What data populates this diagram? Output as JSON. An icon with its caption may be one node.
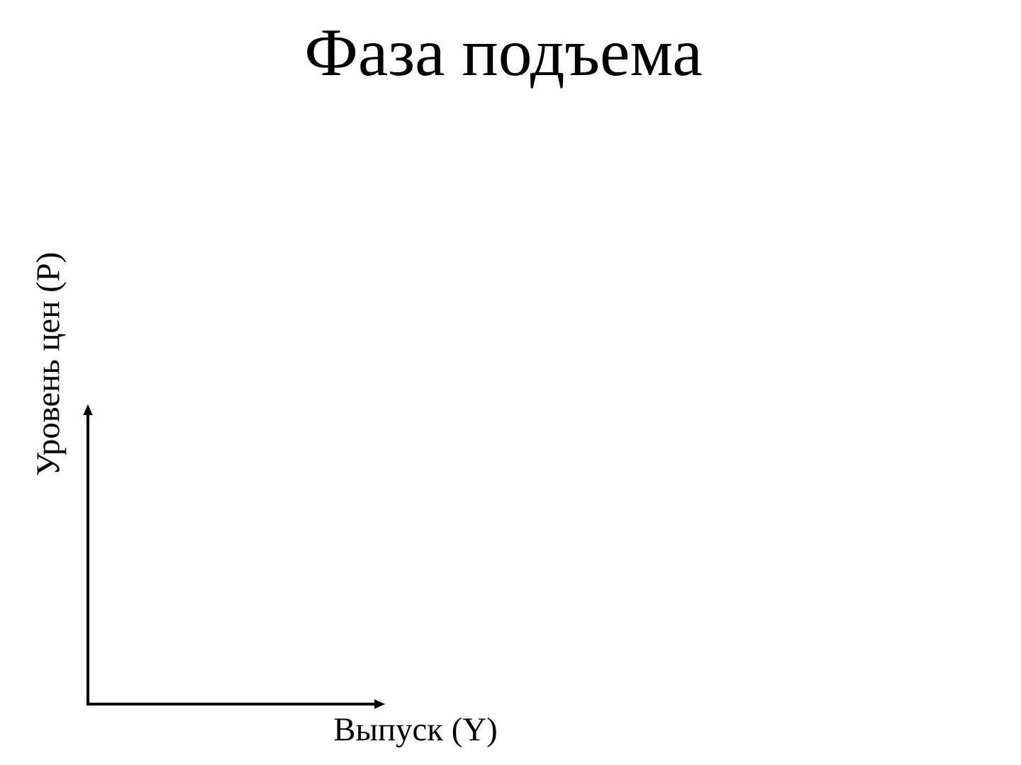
{
  "diagram": {
    "title": "Фаза подъема",
    "labels": [
      "Уровень цен (P)",
      "Выпуск (Y)"
    ]
  }
}
